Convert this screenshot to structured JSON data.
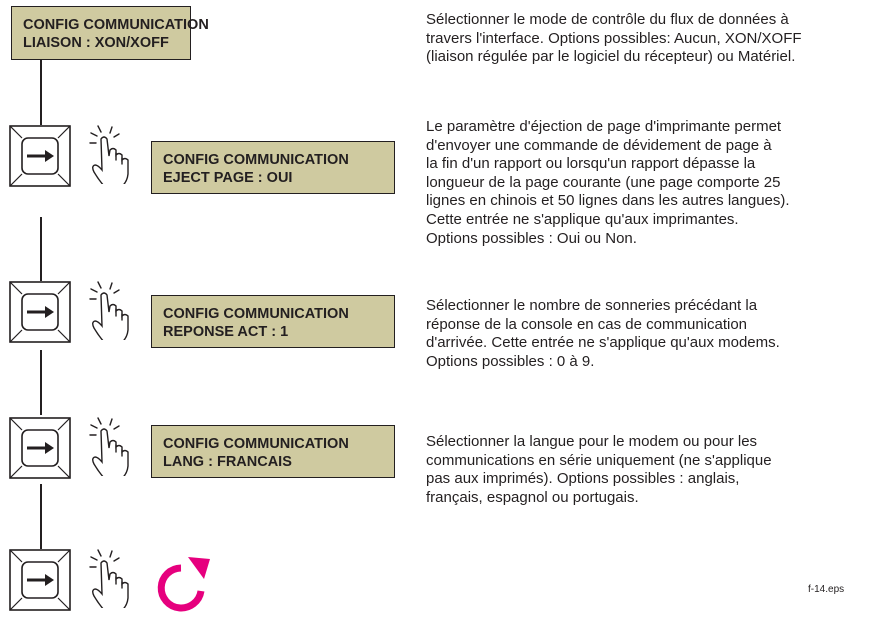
{
  "displays": [
    {
      "line1": "CONFIG COMMUNICATION",
      "line2": "LIAISON : XON/XOFF"
    },
    {
      "line1": "CONFIG COMMUNICATION",
      "line2": "EJECT PAGE : OUI"
    },
    {
      "line1": "CONFIG COMMUNICATION",
      "line2": "REPONSE ACT : 1"
    },
    {
      "line1": "CONFIG COMMUNICATION",
      "line2": "LANG : FRANCAIS"
    }
  ],
  "descriptions": [
    {
      "lines": [
        "Sélectionner le mode de contrôle du flux de données à",
        "travers l'interface. Options possibles: Aucun, XON/XOFF",
        "(liaison régulée par le logiciel du récepteur) ou Matériel."
      ]
    },
    {
      "lines": [
        "Le paramètre d'éjection de page d'imprimante permet",
        "d'envoyer une commande de dévidement de page à",
        "la fin d'un rapport ou lorsqu'un rapport dépasse la",
        "longueur de la page courante (une page comporte 25",
        "lignes en chinois et 50 lignes dans les autres langues).",
        "Cette entrée ne s'applique qu'aux imprimantes.",
        "Options possibles : Oui ou Non."
      ]
    },
    {
      "lines": [
        "Sélectionner le nombre de sonneries précédant la",
        "réponse de la console en cas de communication",
        "d'arrivée. Cette entrée ne s'applique qu'aux modems.",
        "Options possibles : 0 à 9."
      ]
    },
    {
      "lines": [
        "Sélectionner la langue pour le modem ou pour les",
        "communications en série uniquement (ne s'applique",
        "pas aux imprimés). Options possibles : anglais,",
        "français, espagnol ou portugais."
      ]
    }
  ],
  "icons": {
    "key": "right-arrow-key-icon",
    "hand": "press-hand-icon",
    "loop": "loop-back-arrow-icon"
  },
  "colors": {
    "lcd": "#cfcaa0",
    "loop": "#e6007e",
    "ink": "#231f20"
  },
  "figure_label": "f-14.eps"
}
